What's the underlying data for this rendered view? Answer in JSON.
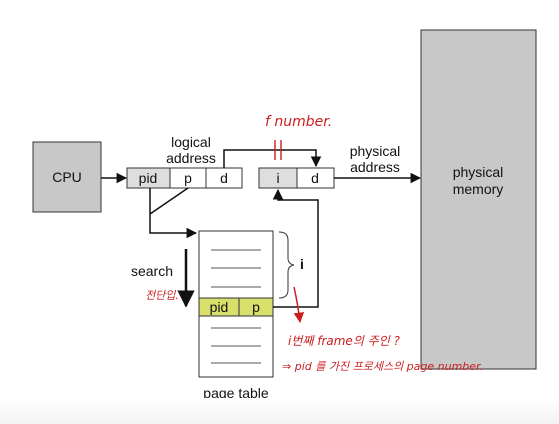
{
  "boxes": {
    "cpu": "CPU",
    "physical_memory_line1": "physical",
    "physical_memory_line2": "memory"
  },
  "labels": {
    "logical_address_line1": "logical",
    "logical_address_line2": "address",
    "physical_address_line1": "physical",
    "physical_address_line2": "address",
    "search": "search",
    "i_marker": "i",
    "page_table": "page table"
  },
  "logical_cells": [
    "pid",
    "p",
    "d"
  ],
  "physical_cells": [
    "i",
    "d"
  ],
  "table_entry": [
    "pid",
    "p"
  ],
  "annotations": {
    "f_number": "f number.",
    "search_note": "전단입.",
    "note_line1": "i번째 frame의 주인 ?",
    "note_line2": "⇒ pid 를 가진 프로세스의 page number."
  },
  "colors": {
    "box_gray": "#c8c8c8",
    "cell_gray": "#dedede",
    "highlight": "#d8df6b",
    "ink_red": "#cc1f1f"
  }
}
